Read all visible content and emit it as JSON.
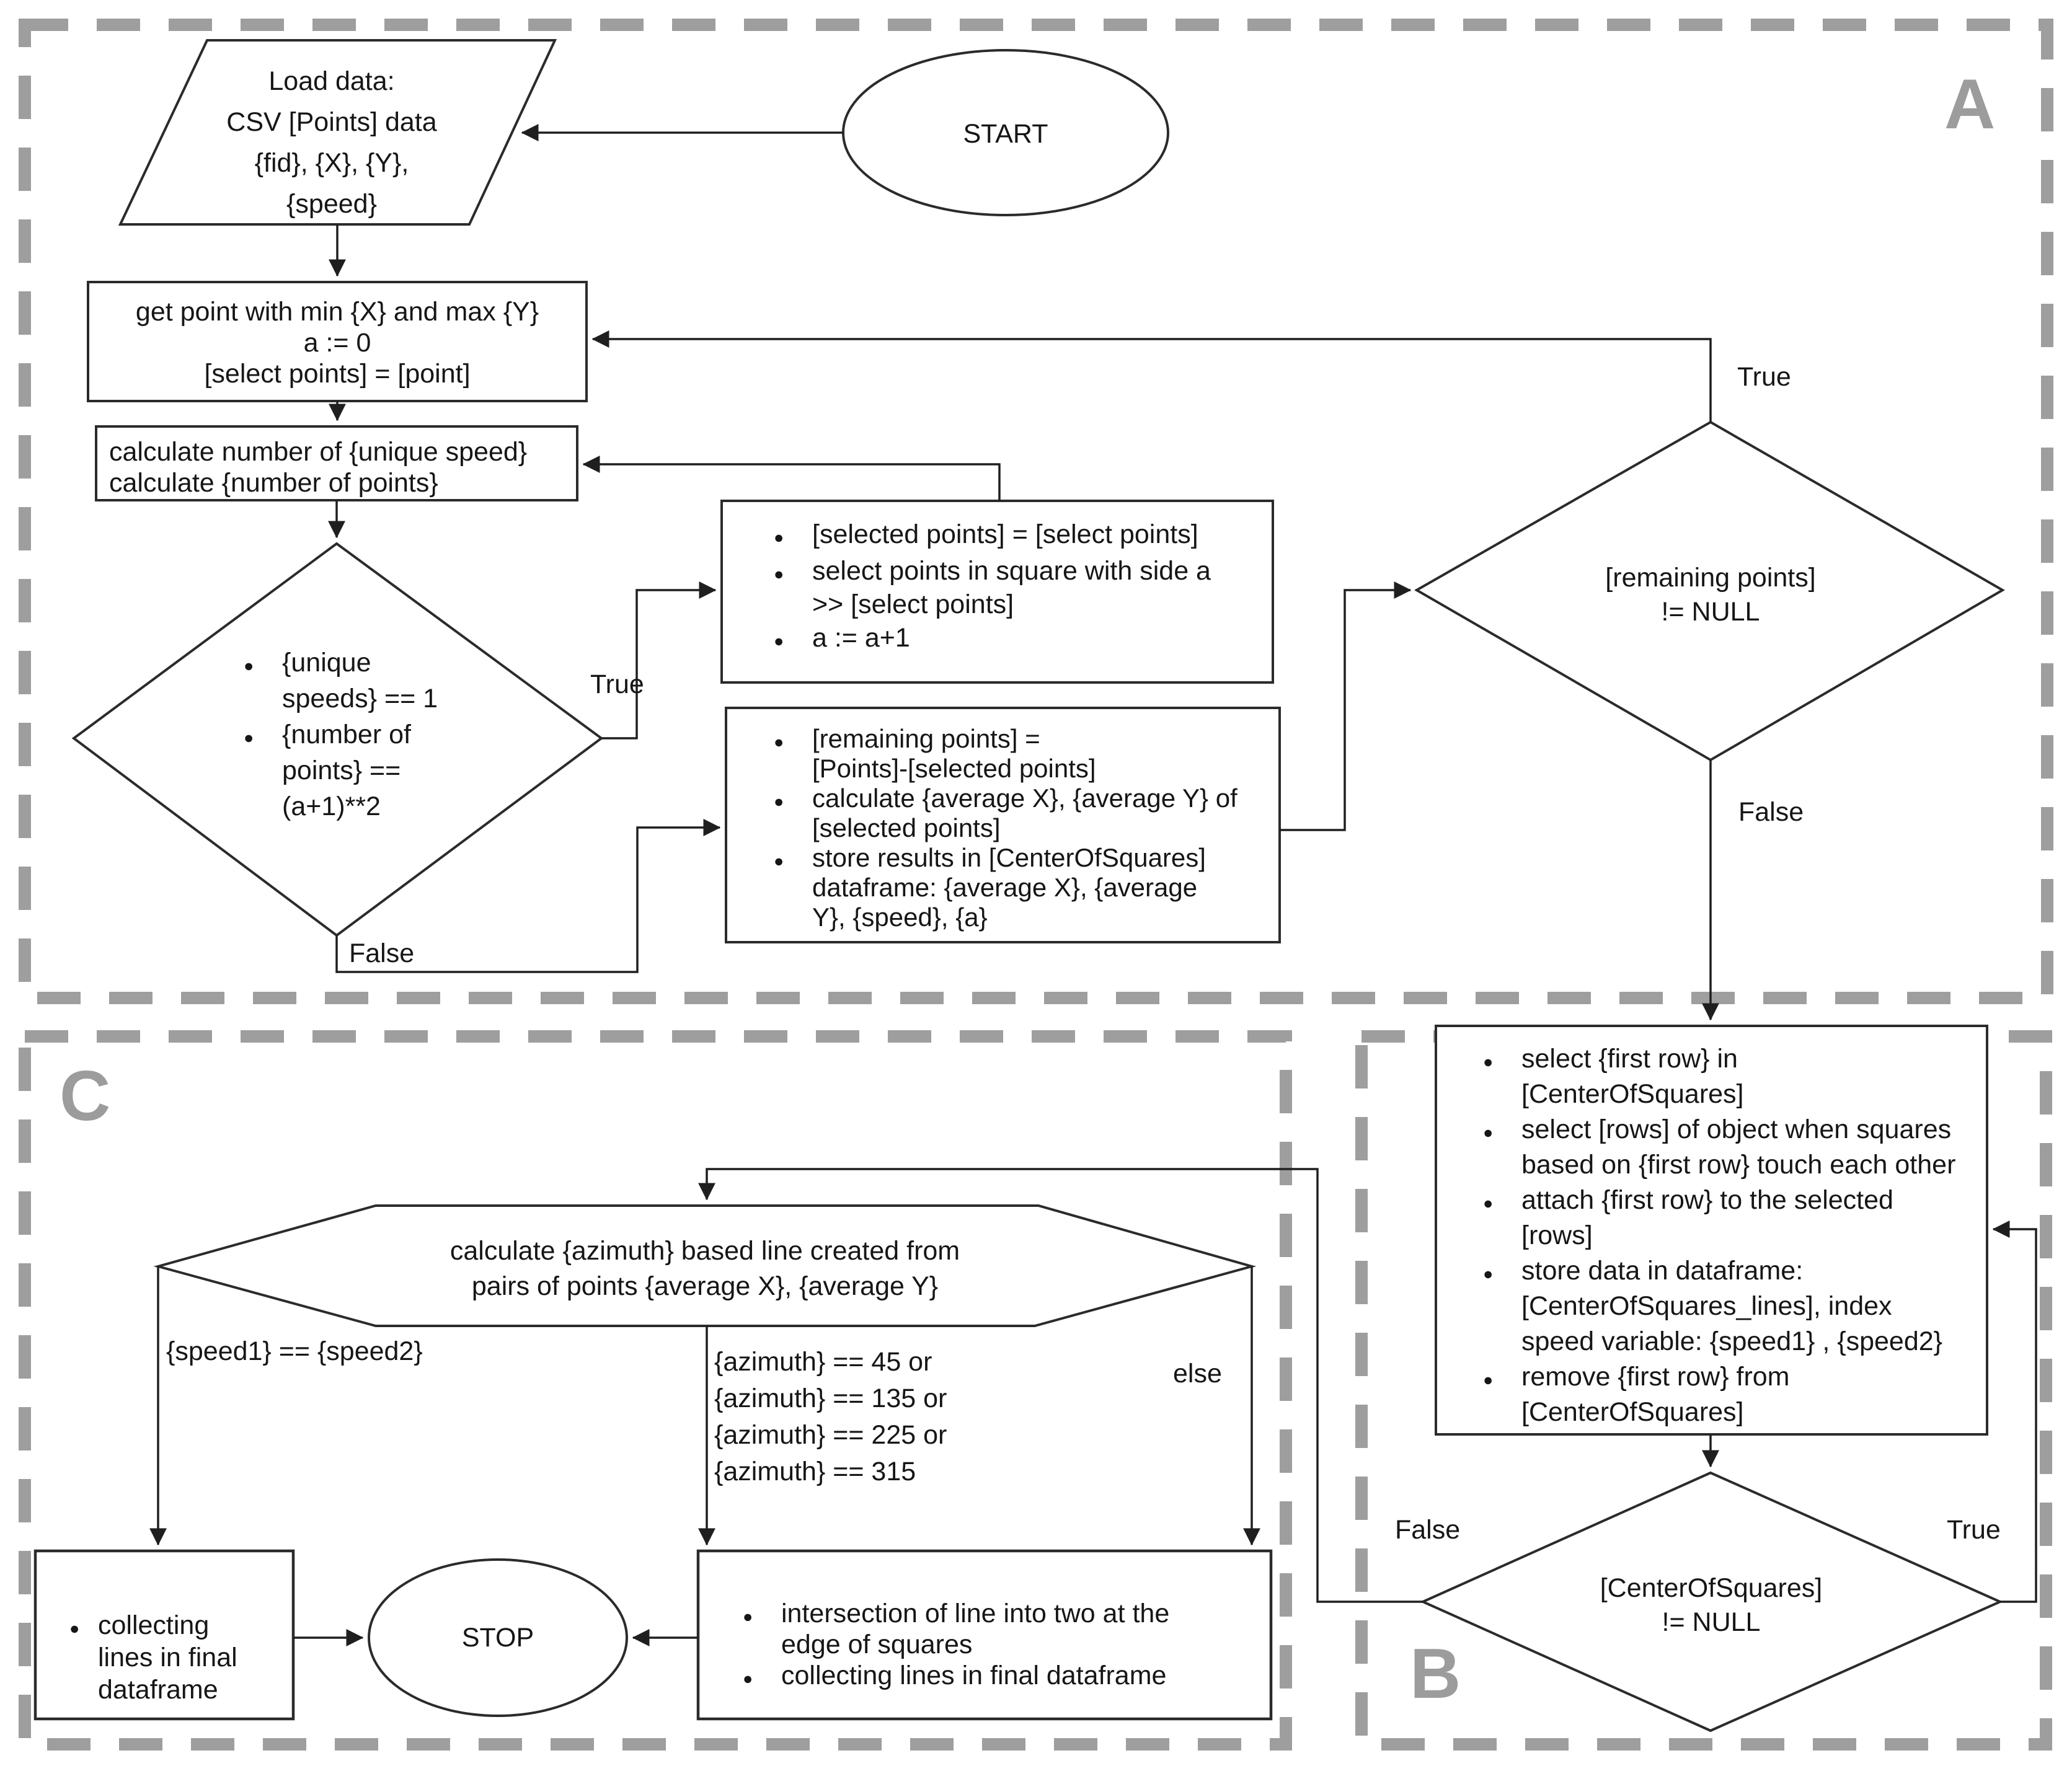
{
  "colors": {
    "background": "#ffffff",
    "line": "#2b2b2b",
    "region_border": "#9e9e9e",
    "region_letter": "#9c9c9c",
    "text": "#161616"
  },
  "regions": {
    "a": {
      "label": "A"
    },
    "b": {
      "label": "B"
    },
    "c": {
      "label": "C"
    }
  },
  "nodes": {
    "load_data": {
      "text": "Load data:\nCSV [Points] data\n{fid}, {X}, {Y},\n{speed}"
    },
    "start": {
      "label": "START"
    },
    "get_point": {
      "text": "get point with min {X} and max {Y}\na := 0\n[select points] = [point]"
    },
    "calc_counts": {
      "text": "calculate number of {unique speed}\ncalculate {number of points}"
    },
    "square_condition": {
      "items": [
        "{unique\nspeeds} == 1",
        "{number of\npoints} ==\n(a+1)**2"
      ]
    },
    "true_actions": {
      "items": [
        "[selected points] = [select points]",
        "select points in square with side a\n>> [select points]",
        "a := a+1"
      ]
    },
    "false_actions": {
      "items": [
        "[remaining points] =\n[Points]-[selected points]",
        "calculate {average X}, {average Y} of\n[selected points]",
        "store results in [CenterOfSquares]\ndataframe: {average X}, {average\nY}, {speed}, {a}"
      ]
    },
    "remaining_check": {
      "text": "[remaining points]\n!= NULL"
    },
    "b_actions": {
      "items": [
        "select {first row} in\n[CenterOfSquares]",
        "select [rows] of object when squares\nbased on {first row} touch each other",
        "attach {first row} to the selected\n[rows]",
        "store data in dataframe:\n[CenterOfSquares_lines], index\nspeed variable: {speed1} , {speed2}",
        "remove {first row} from\n[CenterOfSquares]"
      ]
    },
    "center_check": {
      "text": "[CenterOfSquares]\n!= NULL"
    },
    "azimuth_calc": {
      "text": "calculate {azimuth} based line created from\npairs of points  {average X}, {average Y}"
    },
    "collect_left": {
      "items": [
        "collecting\nlines in final\ndataframe"
      ]
    },
    "stop": {
      "label": "STOP"
    },
    "intersect_actions": {
      "items": [
        "intersection of line into two at the\nedge of squares",
        "collecting lines in final dataframe"
      ]
    }
  },
  "edges": {
    "square_true": "True",
    "square_false": "False",
    "remaining_true": "True",
    "remaining_false": "False",
    "center_true": "True",
    "center_false": "False",
    "speed_condition": "{speed1} == {speed2}",
    "azimuth_conditions": "{azimuth} == 45 or\n{azimuth} == 135 or\n{azimuth} == 225 or\n{azimuth} == 315",
    "else_label": "else"
  }
}
